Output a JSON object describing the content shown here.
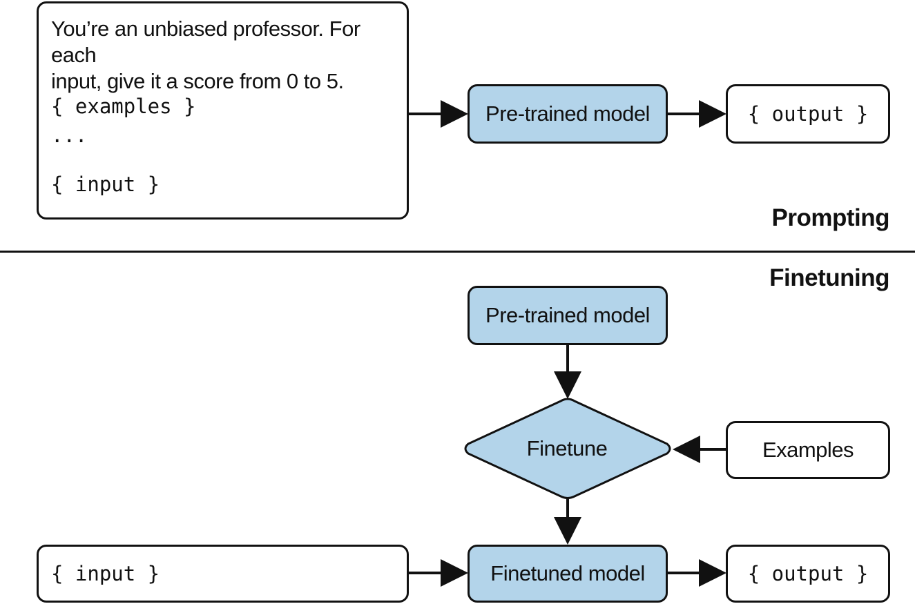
{
  "prompting": {
    "label": "Prompting",
    "prompt_box": {
      "line1": "You’re an unbiased professor. For each",
      "line2": "input, give it a score from 0 to 5.",
      "examples": "{ examples }",
      "ellipsis": "...",
      "input": "{ input }"
    },
    "model": "Pre-trained model",
    "output": "{ output }"
  },
  "finetuning": {
    "label": "Finetuning",
    "pretrained_model": "Pre-trained model",
    "finetune_step": "Finetune",
    "examples": "Examples",
    "input": "{ input }",
    "finetuned_model": "Finetuned model",
    "output": "{ output }"
  },
  "colors": {
    "model_fill": "#b3d4ea",
    "stroke": "#111111"
  }
}
